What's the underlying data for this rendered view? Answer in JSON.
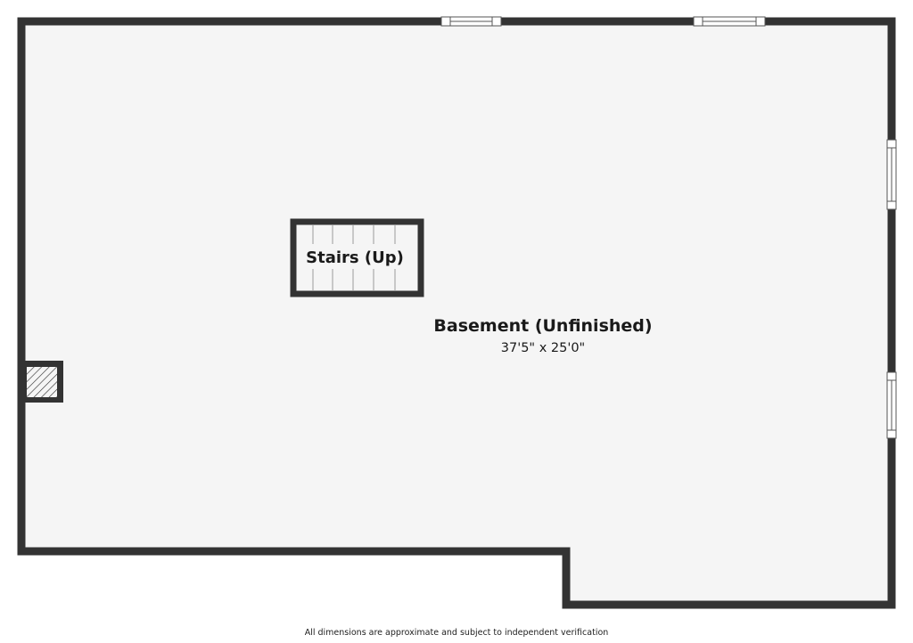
{
  "rooms": {
    "basement": {
      "name": "Basement (Unfinished)",
      "dimensions": "37'5\" x 25'0\""
    },
    "stairs": {
      "name": "Stairs (Up)"
    }
  },
  "footer": {
    "disclaimer": "All dimensions are approximate and subject to independent verification"
  },
  "colors": {
    "wall": "#333333",
    "floor": "#f5f5f5",
    "window": "#ffffff"
  }
}
